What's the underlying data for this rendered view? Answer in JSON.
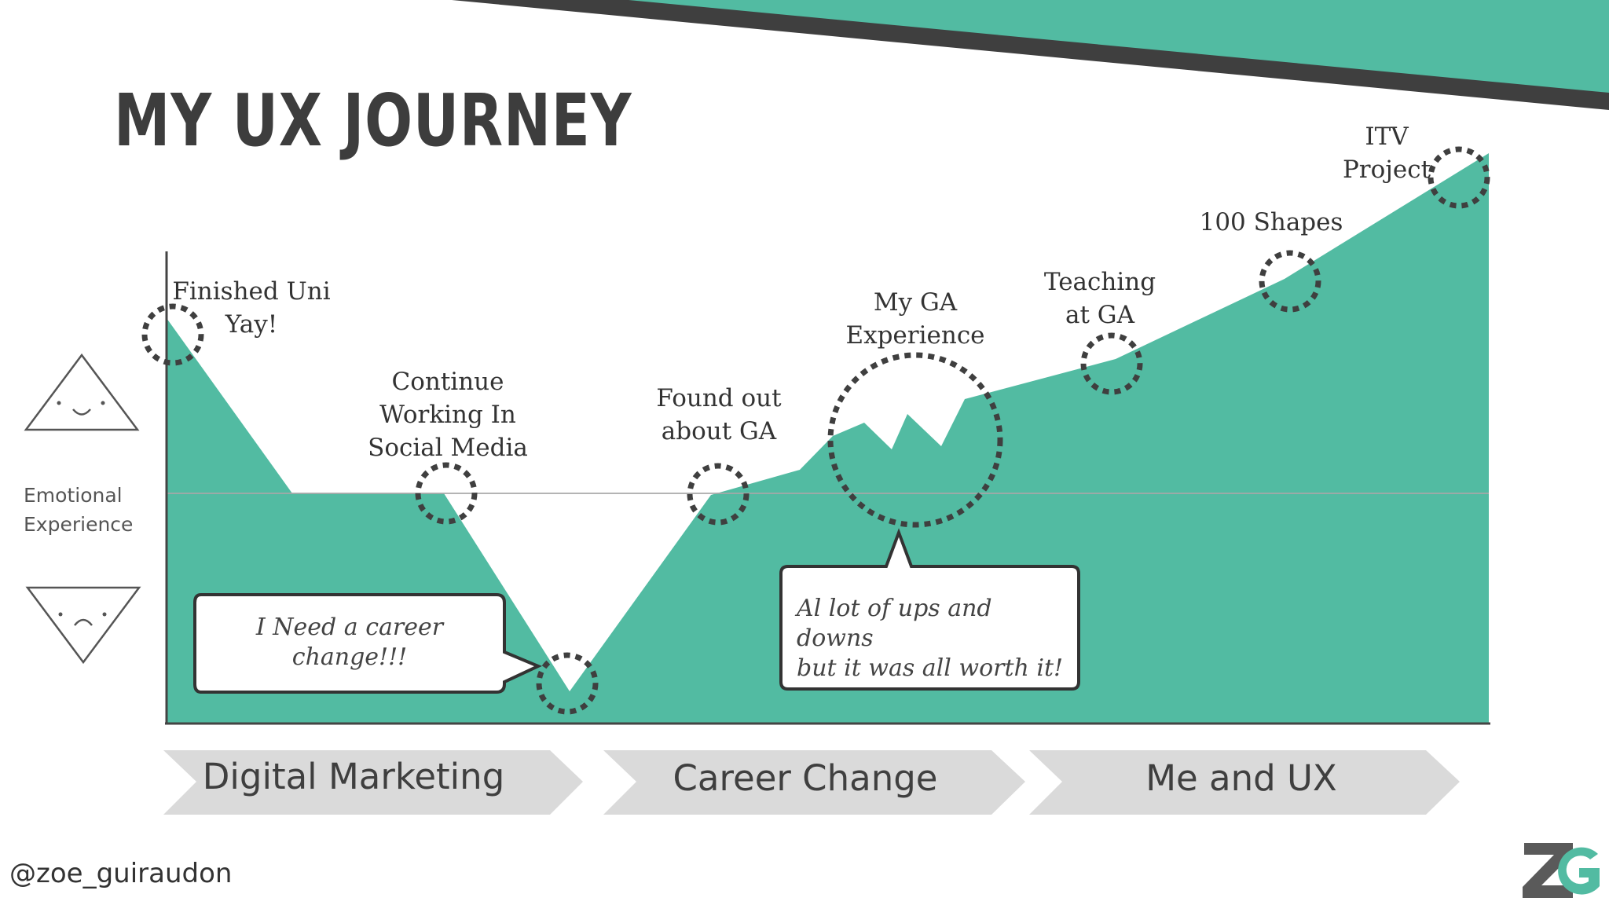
{
  "slide": {
    "title": "MY UX JOURNEY",
    "handle": "@zoe_guiraudon",
    "logo_text": "ZG",
    "accent_color": "#52bba2",
    "dark_color": "#3f3f3f"
  },
  "axis": {
    "y_label_line1": "Emotional",
    "y_label_line2": "Experience",
    "happy_icon": "happy-face-triangle-icon",
    "sad_icon": "sad-face-triangle-icon"
  },
  "milestones": [
    {
      "line1": "Finished Uni",
      "line2": "Yay!"
    },
    {
      "line1": "Continue",
      "line2": "Working In",
      "line3": "Social Media"
    },
    {
      "line1": "Found out",
      "line2": "about GA"
    },
    {
      "line1": "My GA",
      "line2": "Experience"
    },
    {
      "line1": "Teaching",
      "line2": "at GA"
    },
    {
      "line1": "100 Shapes"
    },
    {
      "line1": "ITV",
      "line2": "Project"
    }
  ],
  "callouts": [
    {
      "line1": "I Need a career",
      "line2": "change!!!"
    },
    {
      "line1": "Al lot of ups and downs",
      "line2": "but it was all worth it!"
    }
  ],
  "stages": [
    "Digital Marketing",
    "Career Change",
    "Me and UX"
  ]
}
